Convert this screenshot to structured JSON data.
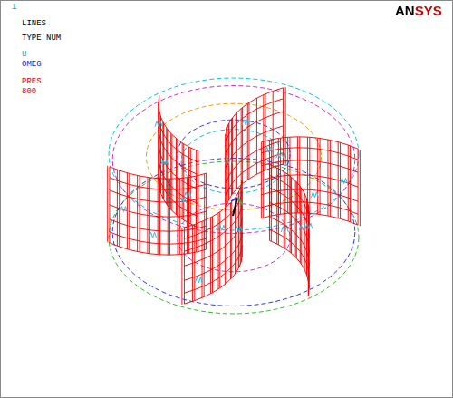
{
  "diagram": {
    "labels": [
      "1",
      "LINES",
      "TYPE NUM",
      "U",
      "OMEG",
      "PRES",
      "800",
      "ANSYS"
    ]
  }
}
